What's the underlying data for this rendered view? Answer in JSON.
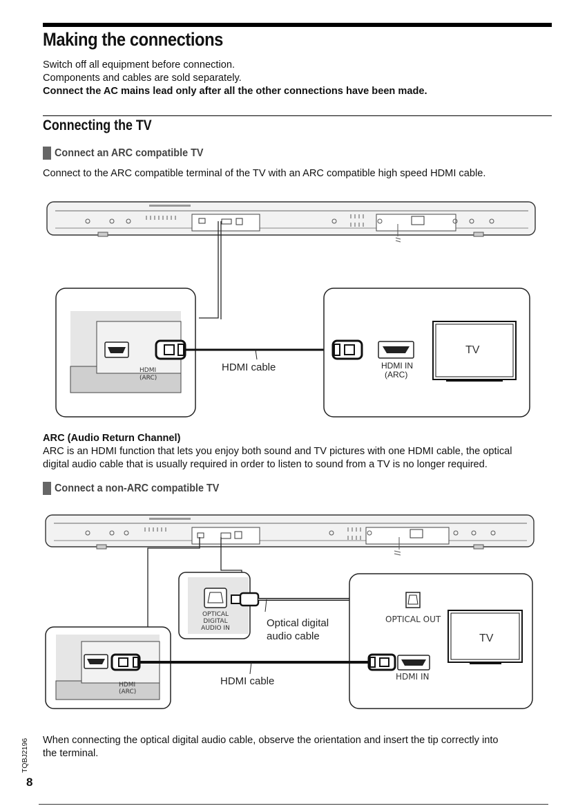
{
  "page_title": "Making the connections",
  "intro": {
    "line1": "Switch off all equipment before connection.",
    "line2": "Components and cables are sold separately.",
    "line3": "Connect the AC mains lead only after all the other connections have been made."
  },
  "section_title": "Connecting the TV",
  "arc_section": {
    "heading": "Connect an ARC compatible TV",
    "text": "Connect to the ARC compatible terminal of the TV with an ARC compatible high speed HDMI cable.",
    "fig": {
      "port_label_1": "HDMI",
      "port_label_2": "(ARC)",
      "cable_label": "HDMI cable",
      "tv_port_1": "HDMI IN",
      "tv_port_2": "(ARC)",
      "tv_label": "TV"
    }
  },
  "arc_note": {
    "title": "ARC (Audio Return Channel)",
    "line1": "ARC is an HDMI function that lets you enjoy both sound and TV pictures with one HDMI cable, the optical",
    "line2": "digital audio cable that is usually required in order to listen to sound from a TV is no longer required."
  },
  "non_arc_section": {
    "heading": "Connect a non-ARC compatible TV",
    "fig": {
      "optical_in_1": "OPTICAL",
      "optical_in_2": "DIGITAL",
      "optical_in_3": "AUDIO IN",
      "optical_cable_1": "Optical digital",
      "optical_cable_2": "audio cable",
      "optical_out": "OPTICAL OUT",
      "tv_label": "TV",
      "hdmi_label_1": "HDMI",
      "hdmi_label_2": "(ARC)",
      "hdmi_cable": "HDMI cable",
      "hdmi_in": "HDMI IN"
    }
  },
  "footer_note": {
    "line1": "When connecting the optical digital audio cable, observe the orientation and insert the tip correctly into",
    "line2": "the terminal."
  },
  "doc_code": "TQBJ2196",
  "page_number": "8"
}
